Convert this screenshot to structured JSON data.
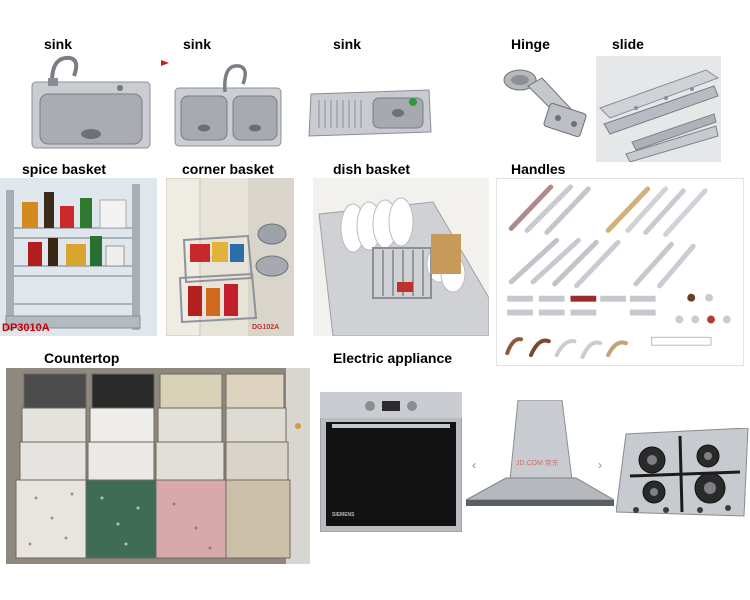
{
  "labels": {
    "sink_1": "sink",
    "sink_2": "sink",
    "sink_3": "sink",
    "hinge": "Hinge",
    "slide": "slide",
    "spice_basket": "spice basket",
    "corner_basket": "corner  basket",
    "dish_basket": "dish basket",
    "handles": "Handles",
    "countertop": "Countertop",
    "electric_appliance": "Electric appliance"
  },
  "product_codes": {
    "spice_basket": "DP3010A",
    "corner_basket": "DG102A"
  },
  "oven_brand": "SIEMENS",
  "hood_watermark": "JD.COM 京东",
  "hood_nav": {
    "prev": "‹",
    "next": "›"
  }
}
